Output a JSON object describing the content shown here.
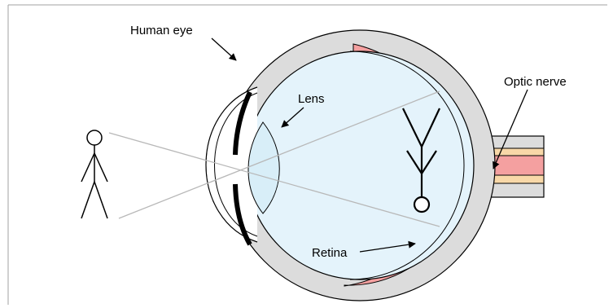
{
  "labels": {
    "human_eye": "Human eye",
    "lens": "Lens",
    "optic_nerve": "Optic nerve",
    "retina": "Retina"
  },
  "colors": {
    "border": "#a0a0a0",
    "eye_wall": "#dcdcdc",
    "eye_interior": "#e4f3fb",
    "retina": "#f4a0a0",
    "optic_nerve_sheath": "#f8d8a8",
    "lens": "#d8eef8",
    "ray": "#b8b8b8"
  }
}
